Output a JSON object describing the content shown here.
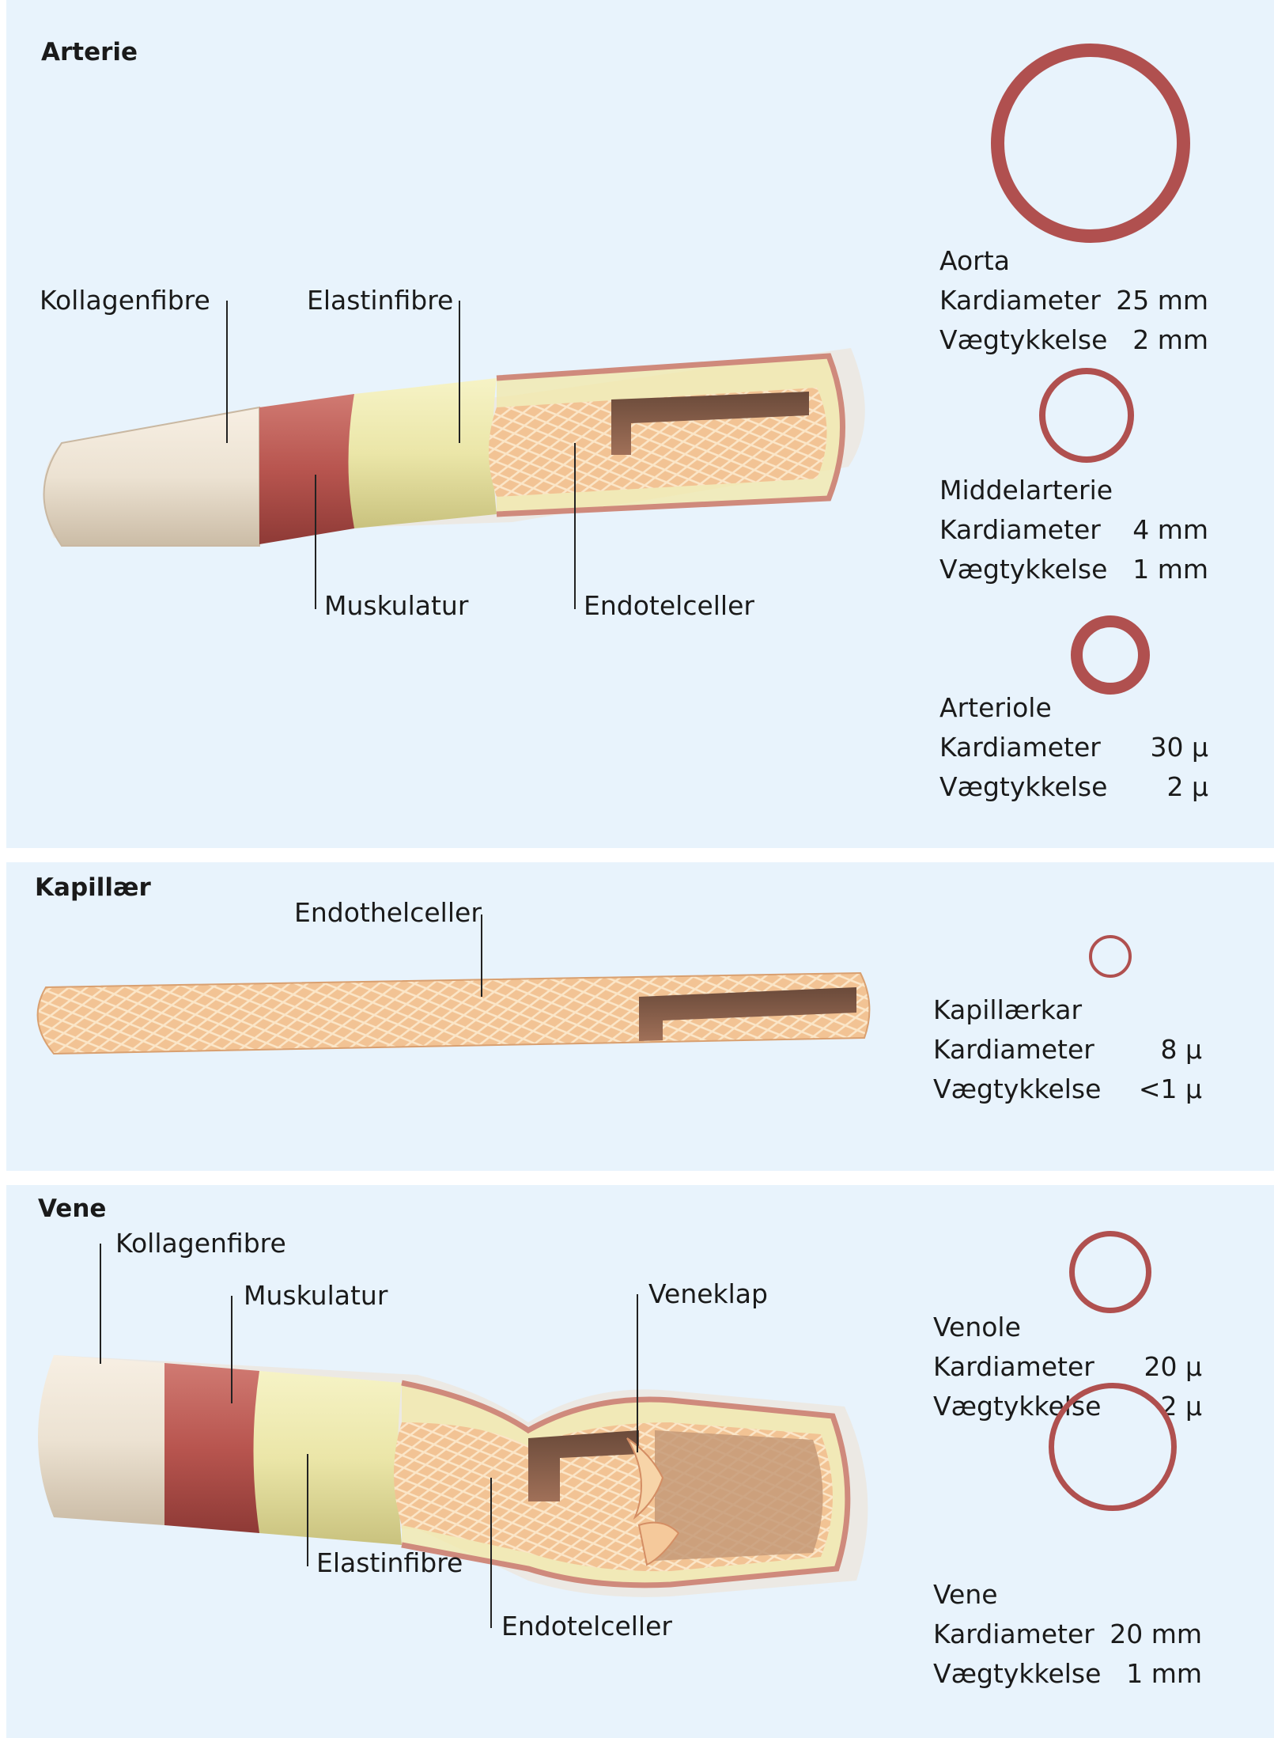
{
  "colors": {
    "panel_bg": "#e8f3fc",
    "ring": "#b0504f",
    "collagen": "#ece2d4",
    "muscle": "#b8554f",
    "elastin": "#ecebb0",
    "endothel": "#f0c090"
  },
  "arterie": {
    "title": "Arterie",
    "labels": {
      "kollagen": "Kollagenfibre",
      "elastin": "Elastinfibre",
      "muskulatur": "Muskulatur",
      "endotel": "Endotelceller"
    },
    "vessels": [
      {
        "name": "Aorta",
        "diameter_label": "Kardiameter",
        "diameter": "25 mm",
        "wall_label": "Vægtykkelse",
        "wall": "2 mm"
      },
      {
        "name": "Middelarterie",
        "diameter_label": "Kardiameter",
        "diameter": "4 mm",
        "wall_label": "Vægtykkelse",
        "wall": "1 mm"
      },
      {
        "name": "Arteriole",
        "diameter_label": "Kardiameter",
        "diameter": "30 μ",
        "wall_label": "Vægtykkelse",
        "wall": "2 μ"
      }
    ]
  },
  "kapillaer": {
    "title": "Kapillær",
    "labels": {
      "endothel": "Endothelceller"
    },
    "vessels": [
      {
        "name": "Kapillærkar",
        "diameter_label": "Kardiameter",
        "diameter": "8 μ",
        "wall_label": "Vægtykkelse",
        "wall": "<1 μ"
      }
    ]
  },
  "vene": {
    "title": "Vene",
    "labels": {
      "kollagen": "Kollagenfibre",
      "muskulatur": "Muskulatur",
      "veneklap": "Veneklap",
      "elastin": "Elastinfibre",
      "endotel": "Endotelceller"
    },
    "vessels": [
      {
        "name": "Venole",
        "diameter_label": "Kardiameter",
        "diameter": "20 μ",
        "wall_label": "Vægtykkelse",
        "wall": "2 μ"
      },
      {
        "name": "Vene",
        "diameter_label": "Kardiameter",
        "diameter": "20 mm",
        "wall_label": "Vægtykkelse",
        "wall": "1 mm"
      }
    ]
  }
}
